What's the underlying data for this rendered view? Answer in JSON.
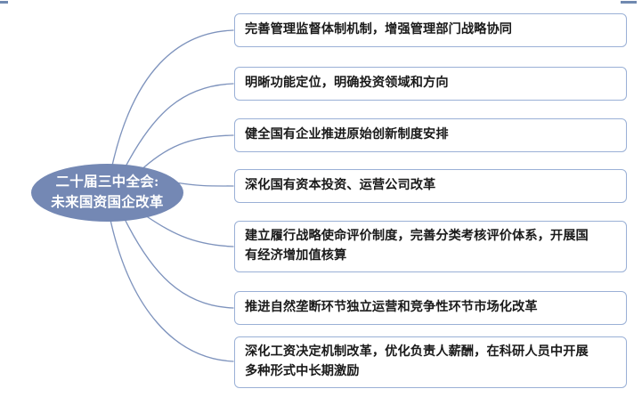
{
  "diagram": {
    "type": "mind-map",
    "background_color": "#ffffff",
    "accent_color": "#7488b4",
    "box_border_color": "#9ab0d6",
    "connector_color": "#7e93bd",
    "central_node": {
      "name": "central-topic",
      "fill_color": "#7488b4",
      "text_color": "#ffffff",
      "lines": [
        "二十届三中全会:",
        "未来国资国企改革"
      ]
    },
    "branches": [
      {
        "index": 1,
        "text": "完善管理监督体制机制，增强管理部门战略协同",
        "lines": [
          "完善管理监督体制机制，增强管理部门战略协同"
        ]
      },
      {
        "index": 2,
        "text": "明晰功能定位，明确投资领域和方向",
        "lines": [
          "明晰功能定位，明确投资领域和方向"
        ]
      },
      {
        "index": 3,
        "text": "健全国有企业推进原始创新制度安排",
        "lines": [
          "健全国有企业推进原始创新制度安排"
        ]
      },
      {
        "index": 4,
        "text": "深化国有资本投资、运营公司改革",
        "lines": [
          "深化国有资本投资、运营公司改革"
        ]
      },
      {
        "index": 5,
        "text": "建立履行战略使命评价制度，完善分类考核评价体系，开展国有经济增加值核算",
        "lines": [
          "建立履行战略使命评价制度，完善分类考核评价体系，开展国",
          "有经济增加值核算"
        ]
      },
      {
        "index": 6,
        "text": "推进自然垄断环节独立运营和竞争性环节市场化改革",
        "lines": [
          "推进自然垄断环节独立运营和竞争性环节市场化改革"
        ]
      },
      {
        "index": 7,
        "text": "深化工资决定机制改革，优化负责人薪酬，在科研人员中开展多种形式中长期激励",
        "lines": [
          "深化工资决定机制改革，优化负责人薪酬，在科研人员中开展",
          "多种形式中长期激励"
        ]
      }
    ]
  }
}
